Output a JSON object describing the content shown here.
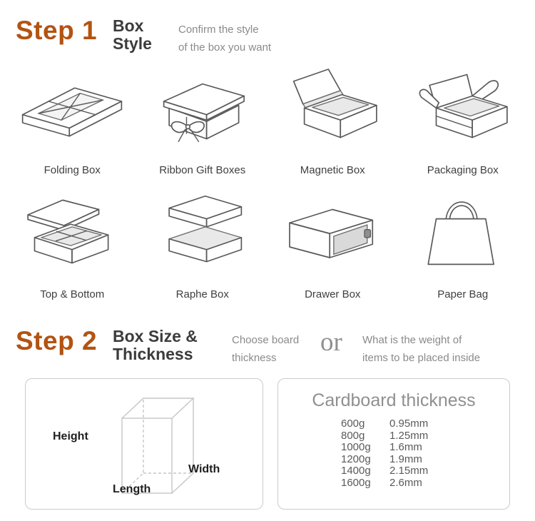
{
  "colors": {
    "accent": "#b35312",
    "heading": "#3c3c3c",
    "body_text": "#8a8a8a",
    "muted": "#909090",
    "panel_border": "#cccccc",
    "line_art": "#595959"
  },
  "step1": {
    "label": "Step 1",
    "title_line1": "Box",
    "title_line2": "Style",
    "desc_line1": "Confirm the style",
    "desc_line2": "of the box you want",
    "boxes": [
      {
        "label": "Folding Box",
        "icon": "folding-box-icon"
      },
      {
        "label": "Ribbon Gift Boxes",
        "icon": "ribbon-gift-boxes-icon"
      },
      {
        "label": "Magnetic Box",
        "icon": "magnetic-box-icon"
      },
      {
        "label": "Packaging Box",
        "icon": "packaging-box-icon"
      },
      {
        "label": "Top & Bottom",
        "icon": "top-bottom-box-icon"
      },
      {
        "label": "Raphe Box",
        "icon": "raphe-box-icon"
      },
      {
        "label": "Drawer Box",
        "icon": "drawer-box-icon"
      },
      {
        "label": "Paper Bag",
        "icon": "paper-bag-icon"
      }
    ]
  },
  "step2": {
    "label": "Step 2",
    "title_line1": "Box Size &",
    "title_line2": "Thickness",
    "option1_line1": "Choose board",
    "option1_line2": "thickness",
    "or_text": "or",
    "option2_line1": "What is the weight of",
    "option2_line2": "items to be placed inside",
    "size_labels": {
      "height": "Height",
      "width": "Width",
      "length": "Length"
    },
    "thickness": {
      "title": "Cardboard thickness",
      "rows": [
        {
          "weight": "600g",
          "value": "0.95mm"
        },
        {
          "weight": "800g",
          "value": "1.25mm"
        },
        {
          "weight": "1000g",
          "value": "1.6mm"
        },
        {
          "weight": "1200g",
          "value": "1.9mm"
        },
        {
          "weight": "1400g",
          "value": "2.15mm"
        },
        {
          "weight": "1600g",
          "value": "2.6mm"
        }
      ]
    }
  }
}
